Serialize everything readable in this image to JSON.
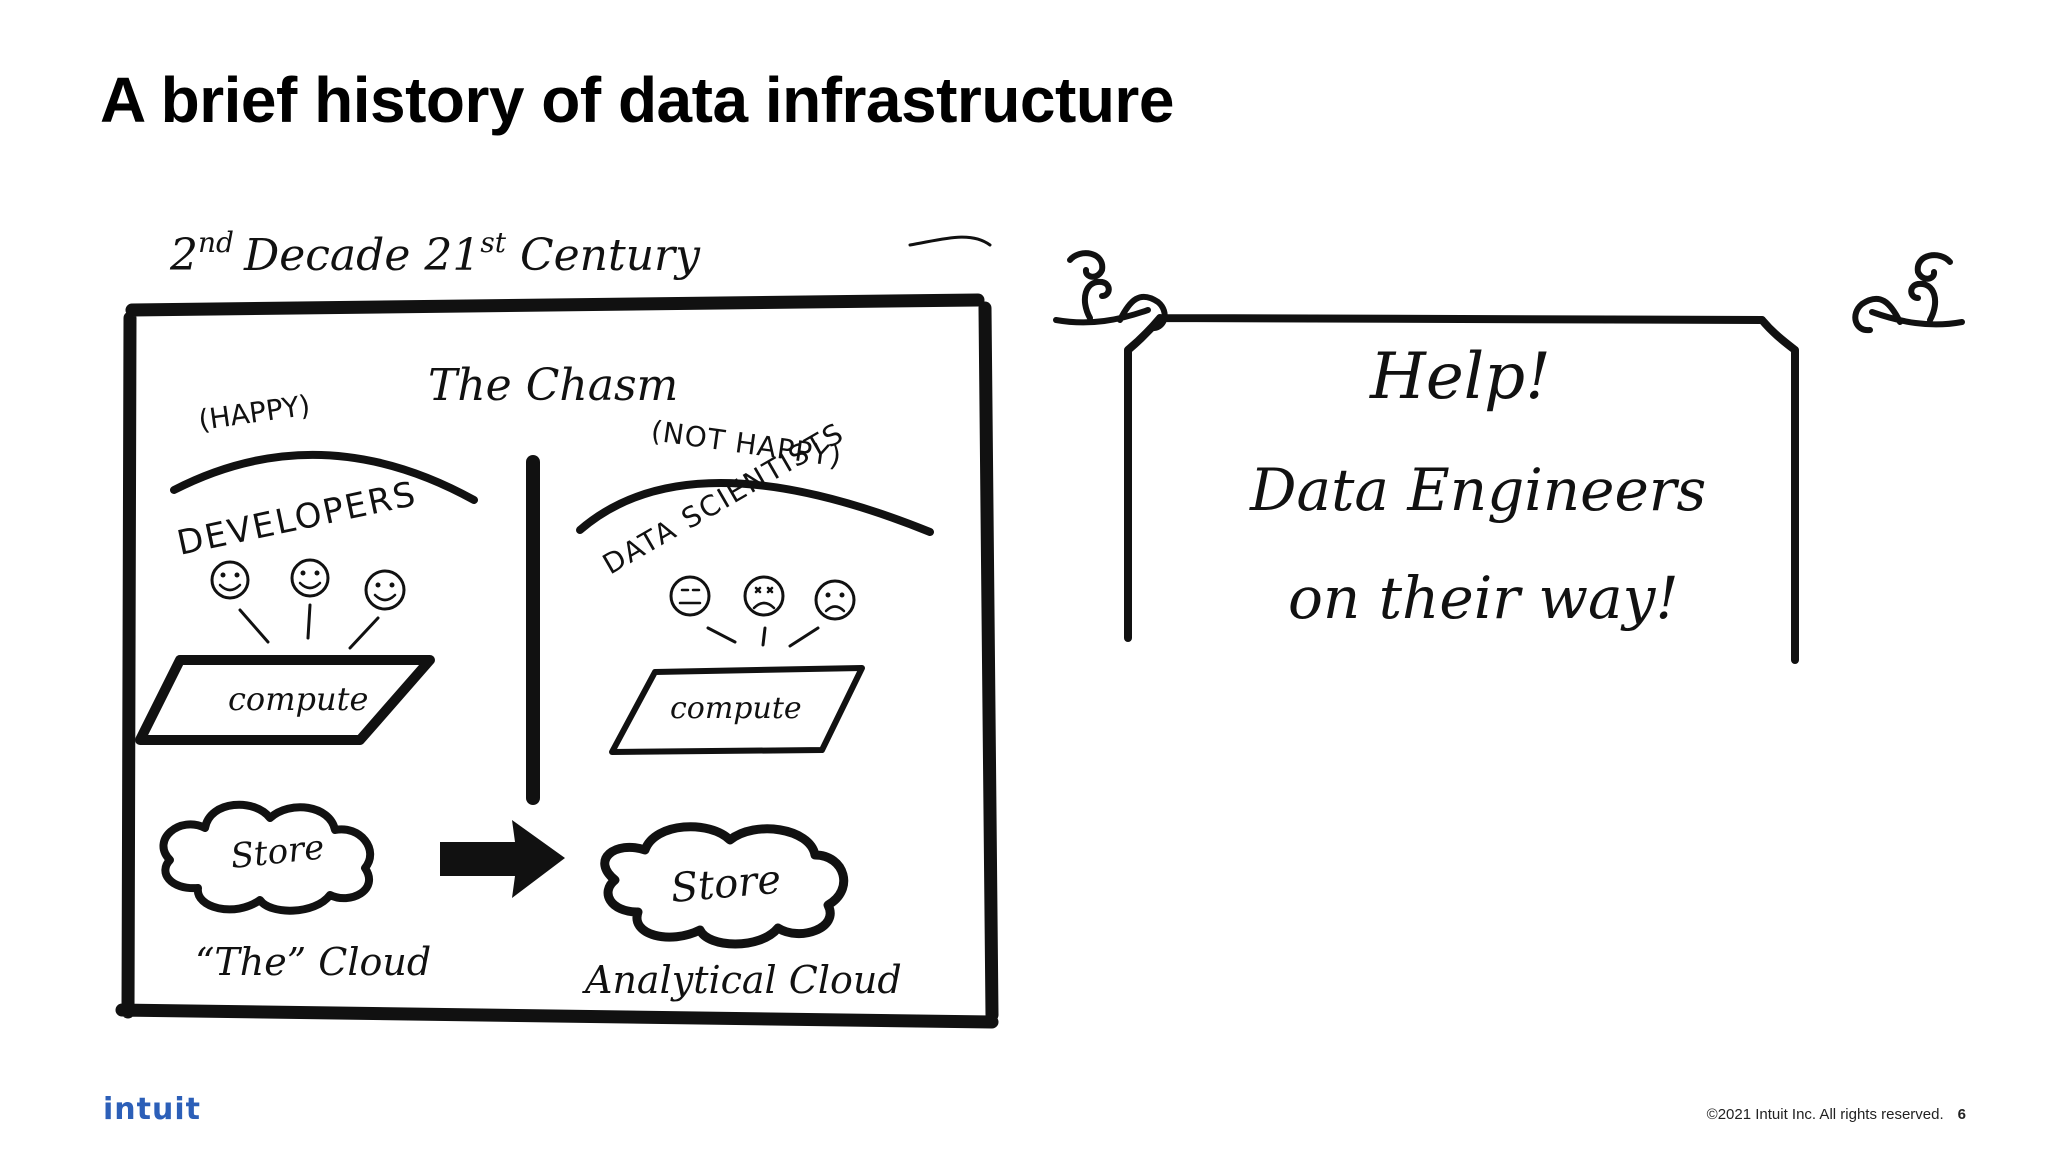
{
  "slide": {
    "title": "A brief history of data infrastructure"
  },
  "left_sketch": {
    "heading": "2nd Decade 21st Century",
    "heading_main": "2",
    "heading_sup1": "nd",
    "heading_mid": "Decade 21",
    "heading_sup2": "st",
    "heading_end": "Century",
    "chasm_label": "The Chasm",
    "left_side": {
      "mood": "(HAPPY)",
      "group": "DEVELOPERS",
      "compute": "compute",
      "store": "Store",
      "cloud": "“The” Cloud"
    },
    "right_side": {
      "mood": "(NOT HAPPY)",
      "group": "DATA SCIENTISTS",
      "compute": "compute",
      "store": "Store",
      "cloud": "Analytical Cloud"
    }
  },
  "banner": {
    "line1": "Help!",
    "line2": "Data Engineers",
    "line3": "on their way!"
  },
  "footer": {
    "logo": "intuit",
    "copyright": "©2021 Intuit Inc. All rights reserved.",
    "page_number": "6"
  }
}
